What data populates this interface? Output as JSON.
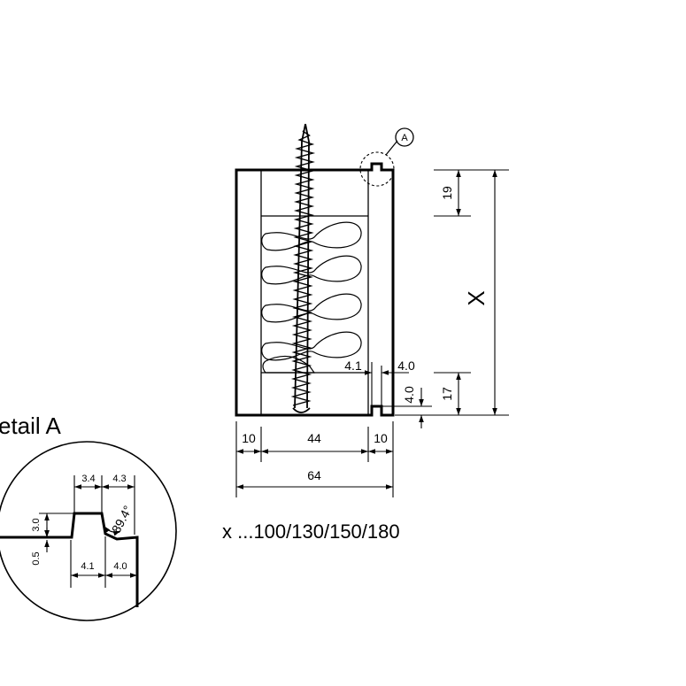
{
  "diagram": {
    "callout_label": "A",
    "detail_title": "etail A",
    "main_dims": {
      "top_height": "19",
      "height_x": "X",
      "bottom_height": "17",
      "groove_width": "4.1",
      "groove_gap": "4.0",
      "groove_depth": "4.0",
      "left_wall": "10",
      "core_width": "44",
      "right_wall": "10",
      "total_width": "64"
    },
    "x_values_note": "x ...100/130/150/180",
    "detail_dims": {
      "tongue_width": "3.4",
      "tongue_offset": "4.3",
      "tongue_height": "3.0",
      "step_height": "0.5",
      "angle": "89.4°",
      "lower_width_1": "4.1",
      "lower_width_2": "4.0"
    }
  }
}
